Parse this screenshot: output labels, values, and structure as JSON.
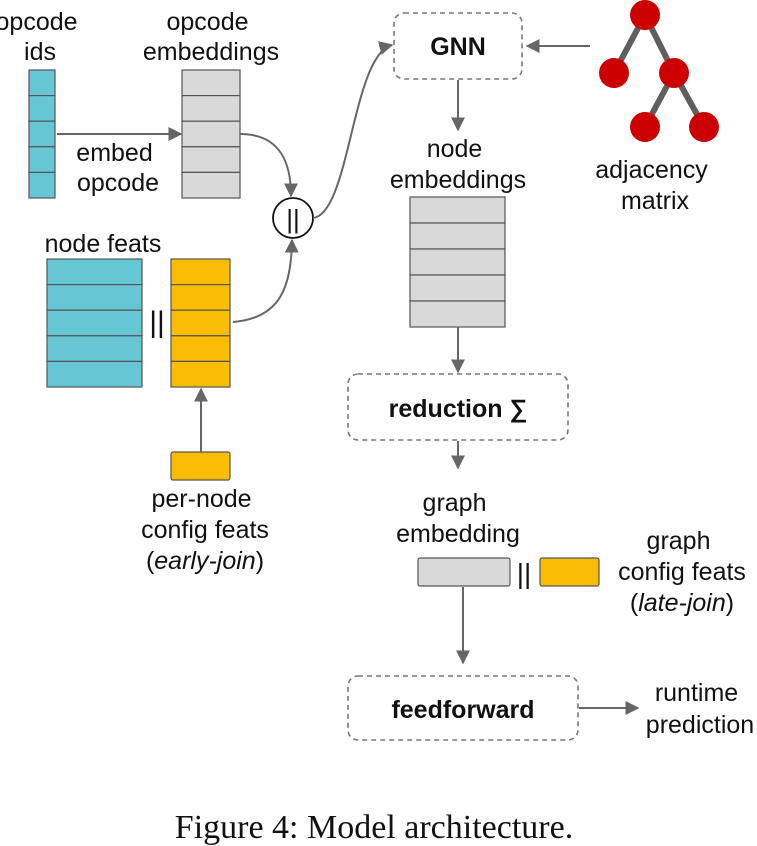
{
  "colors": {
    "teal": "#66c6d4",
    "gray": "#d9d9d9",
    "yellow": "#fbbc04",
    "red": "#cc0000",
    "edge": "#666666",
    "cell_border": "#555555"
  },
  "labels": {
    "opcode_ids": [
      "opcode",
      "ids"
    ],
    "opcode_embeddings": [
      "opcode",
      "embeddings"
    ],
    "embed_opcode": [
      "embed",
      "opcode"
    ],
    "concat_symbol": "||",
    "node_feats": "node feats",
    "per_node_config": [
      "per-node",
      "config feats"
    ],
    "early_join": {
      "open": "(",
      "text": "early-join",
      "close": ")"
    },
    "gnn": "GNN",
    "adjacency_matrix": [
      "adjacency",
      "matrix"
    ],
    "node_embeddings": [
      "node",
      "embeddings"
    ],
    "reduction": "reduction ∑",
    "graph_embedding": [
      "graph",
      "embedding"
    ],
    "graph_config": [
      "graph",
      "config feats"
    ],
    "late_join": {
      "open": "(",
      "text": "late-join",
      "close": ")"
    },
    "feedforward": "feedforward",
    "runtime_prediction": [
      "runtime",
      "prediction"
    ],
    "caption": "Figure 4: Model architecture."
  }
}
